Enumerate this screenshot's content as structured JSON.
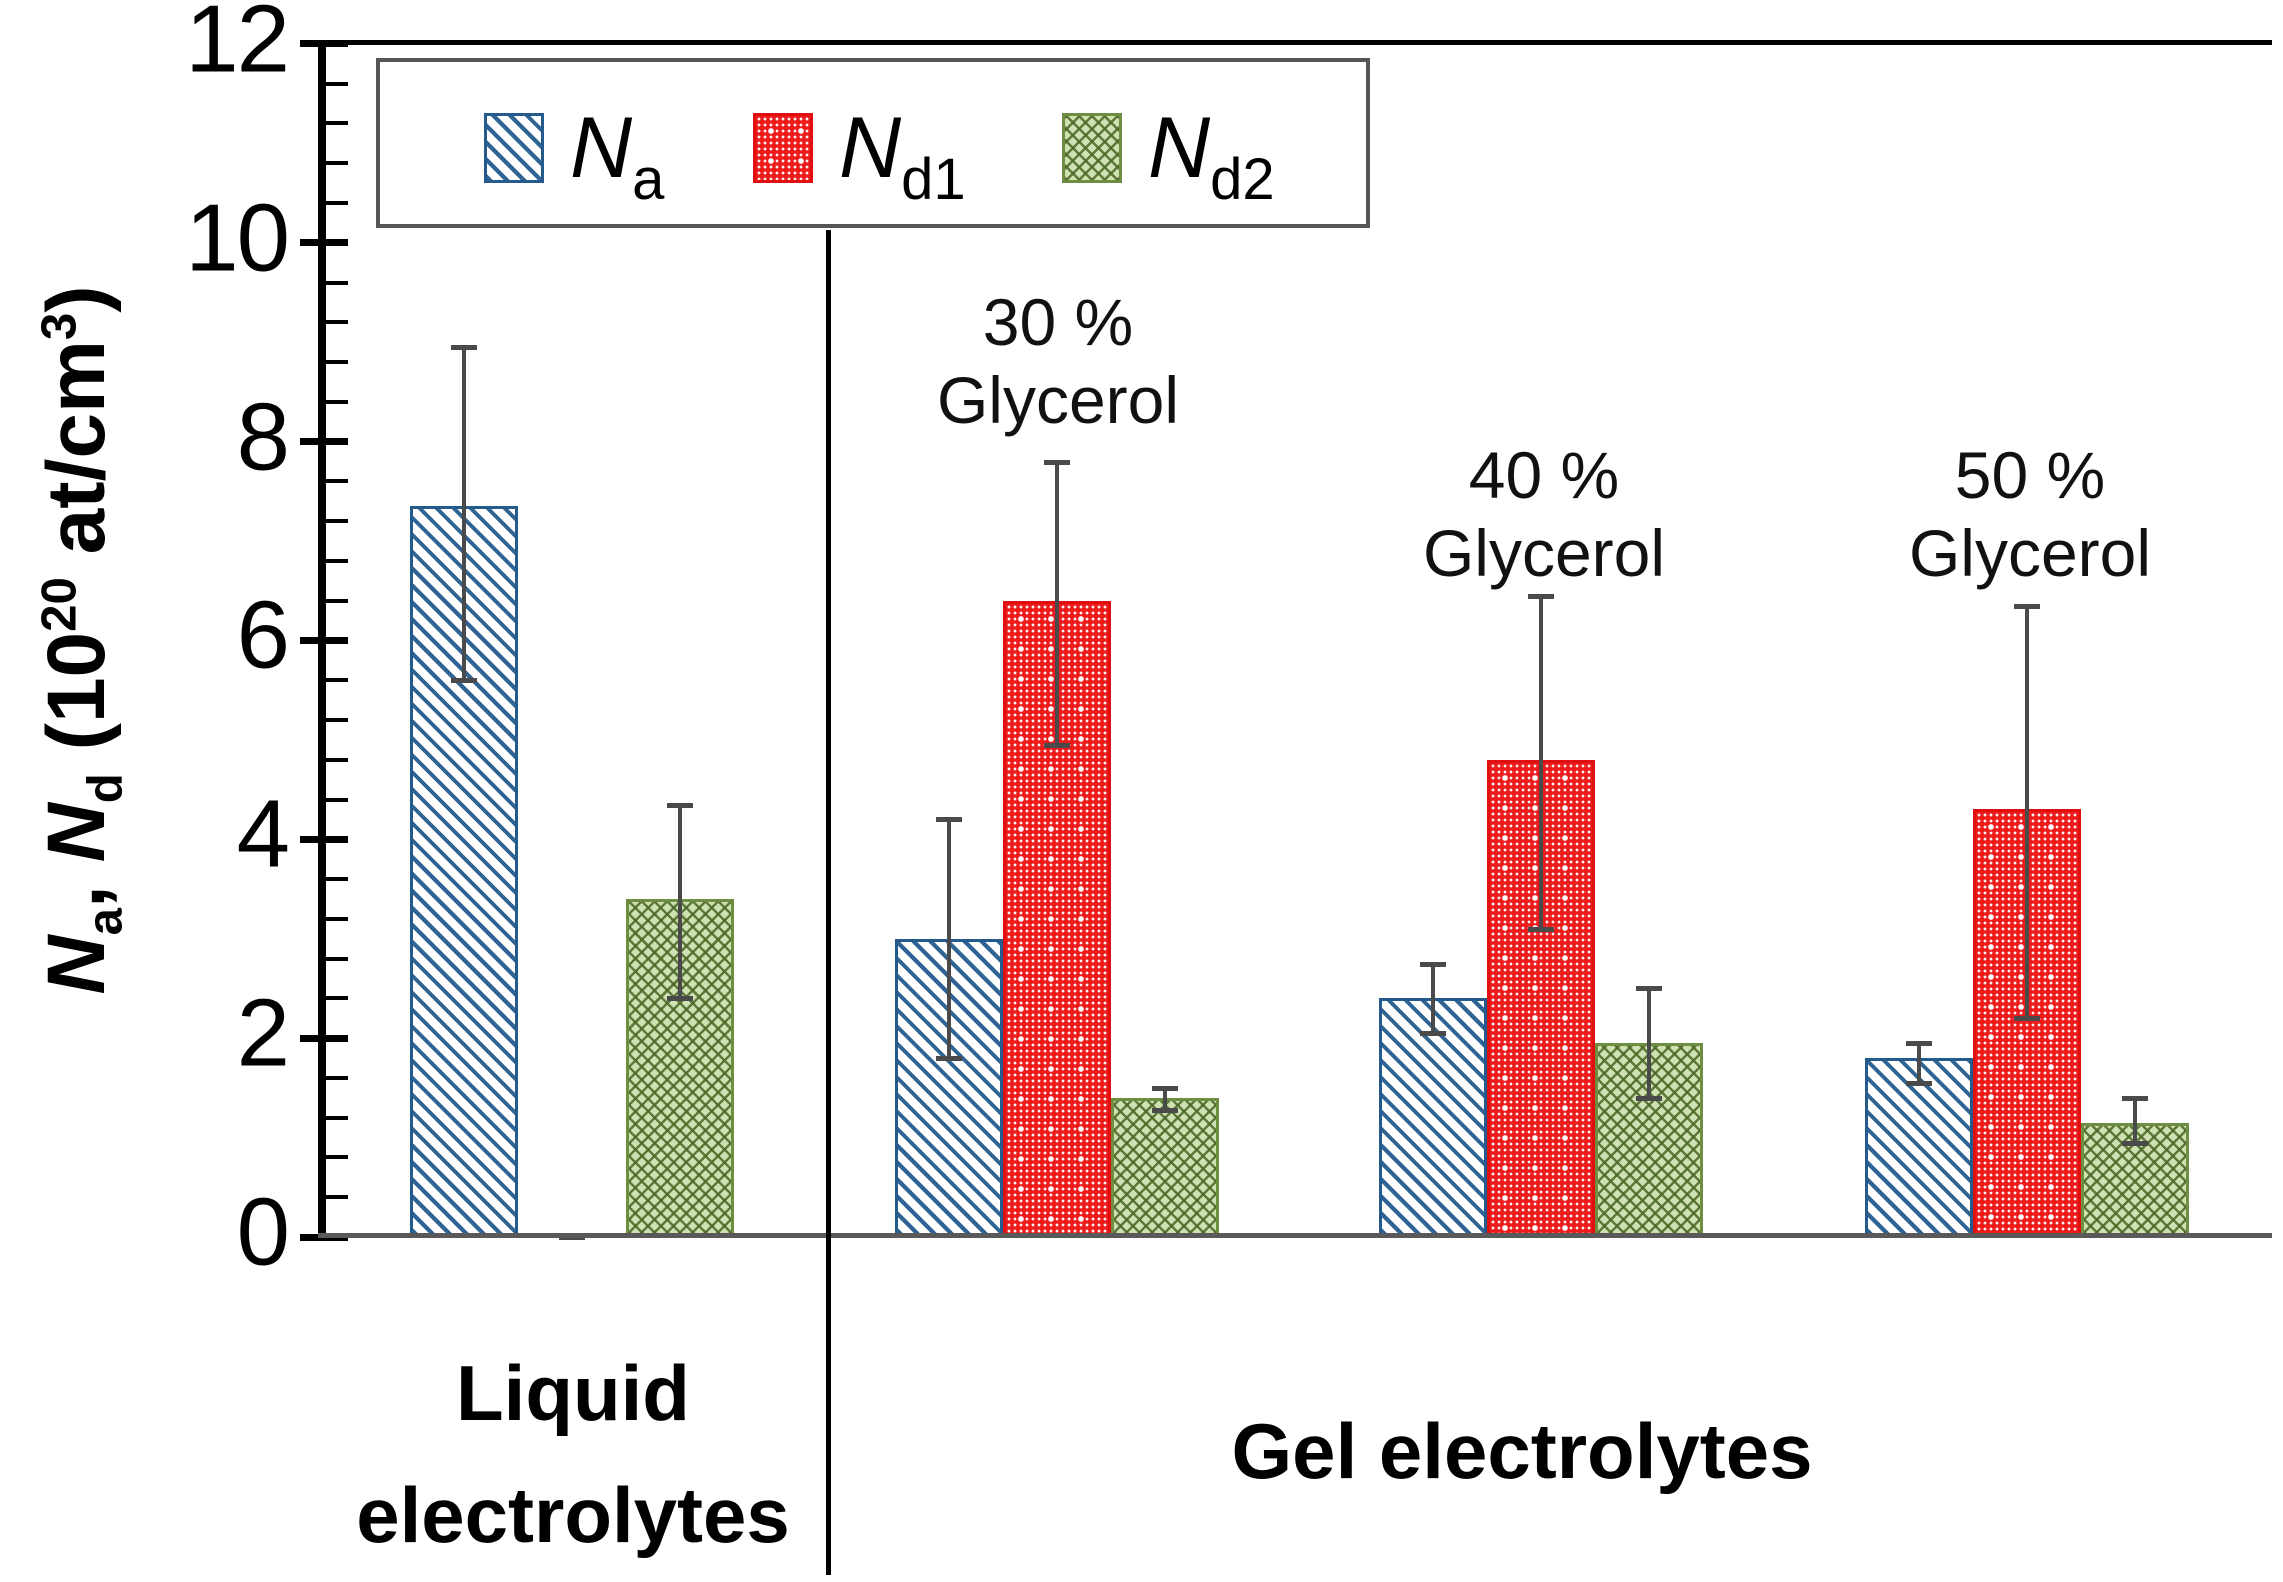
{
  "chart_data": {
    "type": "bar",
    "title": "",
    "ylabel_text": "Na, Nd (10^20 at/cm^3)",
    "ylim": [
      0,
      12
    ],
    "ytick_step": 2,
    "minor_tick_step": 0.4,
    "grid": false,
    "legend_position": "top-left-inside",
    "series_names": [
      "Na",
      "Nd1",
      "Nd2"
    ],
    "groups": [
      {
        "id": "liquid",
        "section": "Liquid electrolytes",
        "label_lines": [],
        "values": [
          7.35,
          0,
          3.4
        ],
        "err_lo": [
          5.6,
          0,
          2.4
        ],
        "err_hi": [
          8.95,
          0,
          4.35
        ]
      },
      {
        "id": "gel30",
        "section": "Gel electrolytes",
        "label_lines": [
          "30 %",
          "Glycerol"
        ],
        "values": [
          3.0,
          6.4,
          1.4
        ],
        "err_lo": [
          1.8,
          4.95,
          1.28
        ],
        "err_hi": [
          4.2,
          7.8,
          1.5
        ]
      },
      {
        "id": "gel40",
        "section": "Gel electrolytes",
        "label_lines": [
          "40 %",
          "Glycerol"
        ],
        "values": [
          2.4,
          4.8,
          1.95
        ],
        "err_lo": [
          2.05,
          3.1,
          1.4
        ],
        "err_hi": [
          2.75,
          6.45,
          2.5
        ]
      },
      {
        "id": "gel50",
        "section": "Gel electrolytes",
        "label_lines": [
          "50 %",
          "Glycerol"
        ],
        "values": [
          1.8,
          4.3,
          1.15
        ],
        "err_lo": [
          1.55,
          2.2,
          0.95
        ],
        "err_hi": [
          1.95,
          6.35,
          1.4
        ]
      }
    ]
  },
  "y_axis": {
    "tick_labels": [
      "0",
      "2",
      "4",
      "6",
      "8",
      "10",
      "12"
    ],
    "tick_values": [
      0,
      2,
      4,
      6,
      8,
      10,
      12
    ]
  },
  "ylabel": {
    "n1": "N",
    "sub1": "a",
    "comma": ", ",
    "n2": "N",
    "sub2": "d",
    "open": " (10",
    "exp": "20",
    "mid": " at/cm",
    "exp2": "3",
    "close": ")"
  },
  "legend": {
    "items": [
      {
        "symbol": "N",
        "subscript": "a"
      },
      {
        "symbol": "N",
        "subscript": "d1"
      },
      {
        "symbol": "N",
        "subscript": "d2"
      }
    ]
  },
  "section_labels": {
    "liquid_line1": "Liquid",
    "liquid_line2": "electrolytes",
    "gel": "Gel electrolytes"
  },
  "colors": {
    "blue_series": "#255a8c",
    "red_series": "#ec1c1c",
    "green_series": "#6e8f42",
    "error_bar": "#4a4a4a",
    "axis": "#000000",
    "baseline": "#595959"
  }
}
